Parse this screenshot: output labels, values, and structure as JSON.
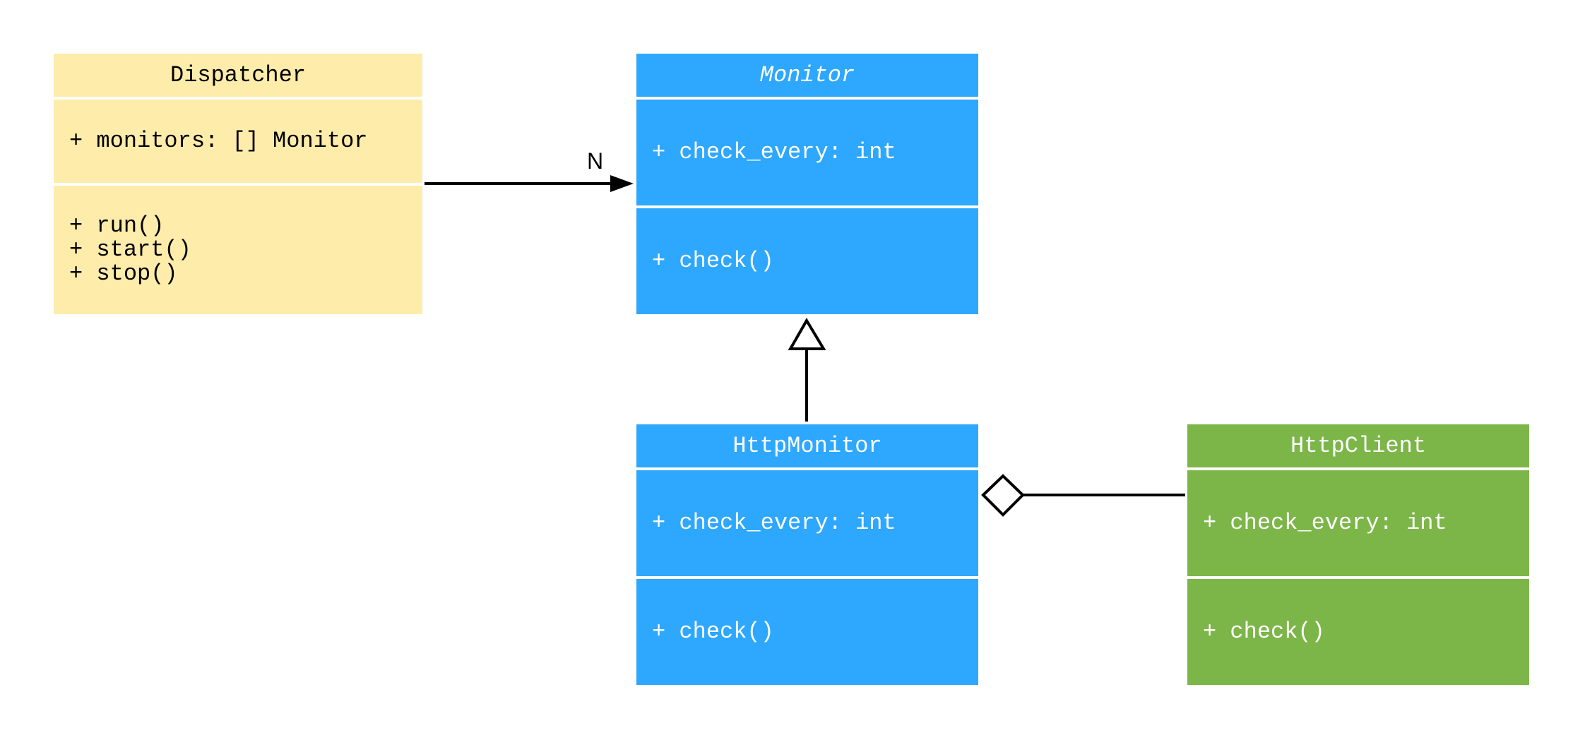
{
  "classes": {
    "dispatcher": {
      "name": "Dispatcher",
      "attributes": [
        "+ monitors: [] Monitor"
      ],
      "methods": [
        "+ run()",
        "+ start()",
        "+ stop()"
      ],
      "color": "#FEECAB"
    },
    "monitor": {
      "name": "Monitor",
      "abstract": true,
      "attributes": [
        "+ check_every: int"
      ],
      "methods": [
        "+ check()"
      ],
      "color": "#2EA7FE"
    },
    "http_monitor": {
      "name": "HttpMonitor",
      "attributes": [
        "+ check_every: int"
      ],
      "methods": [
        "+ check()"
      ],
      "color": "#2EA7FE"
    },
    "http_client": {
      "name": "HttpClient",
      "attributes": [
        "+ check_every: int"
      ],
      "methods": [
        "+ check()"
      ],
      "color": "#7CB649"
    }
  },
  "relations": [
    {
      "type": "association",
      "from": "Dispatcher",
      "to": "Monitor",
      "multiplicity": "N"
    },
    {
      "type": "generalization",
      "from": "HttpMonitor",
      "to": "Monitor"
    },
    {
      "type": "aggregation",
      "from": "HttpClient",
      "to": "HttpMonitor"
    }
  ]
}
